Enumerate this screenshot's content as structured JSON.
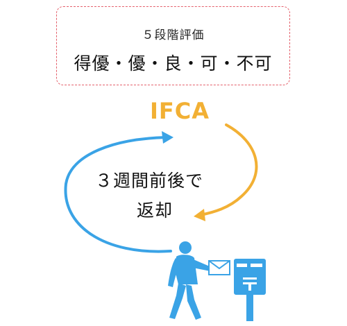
{
  "grading": {
    "heading": "５段階評価",
    "scale": "得優・優・良・可・不可"
  },
  "organization": "IFCA",
  "return_period": {
    "line1": "３週間前後で",
    "line2": "返却"
  },
  "colors": {
    "to_organization_arrow": "#3aa3e6",
    "return_arrow": "#f2b034",
    "box_border": "#e4606b",
    "figure": "#3aa3e6",
    "mailbox": "#3aa3e6"
  },
  "icons": {
    "person": "person-icon",
    "envelope": "envelope-icon",
    "mailbox": "postbox-icon"
  }
}
